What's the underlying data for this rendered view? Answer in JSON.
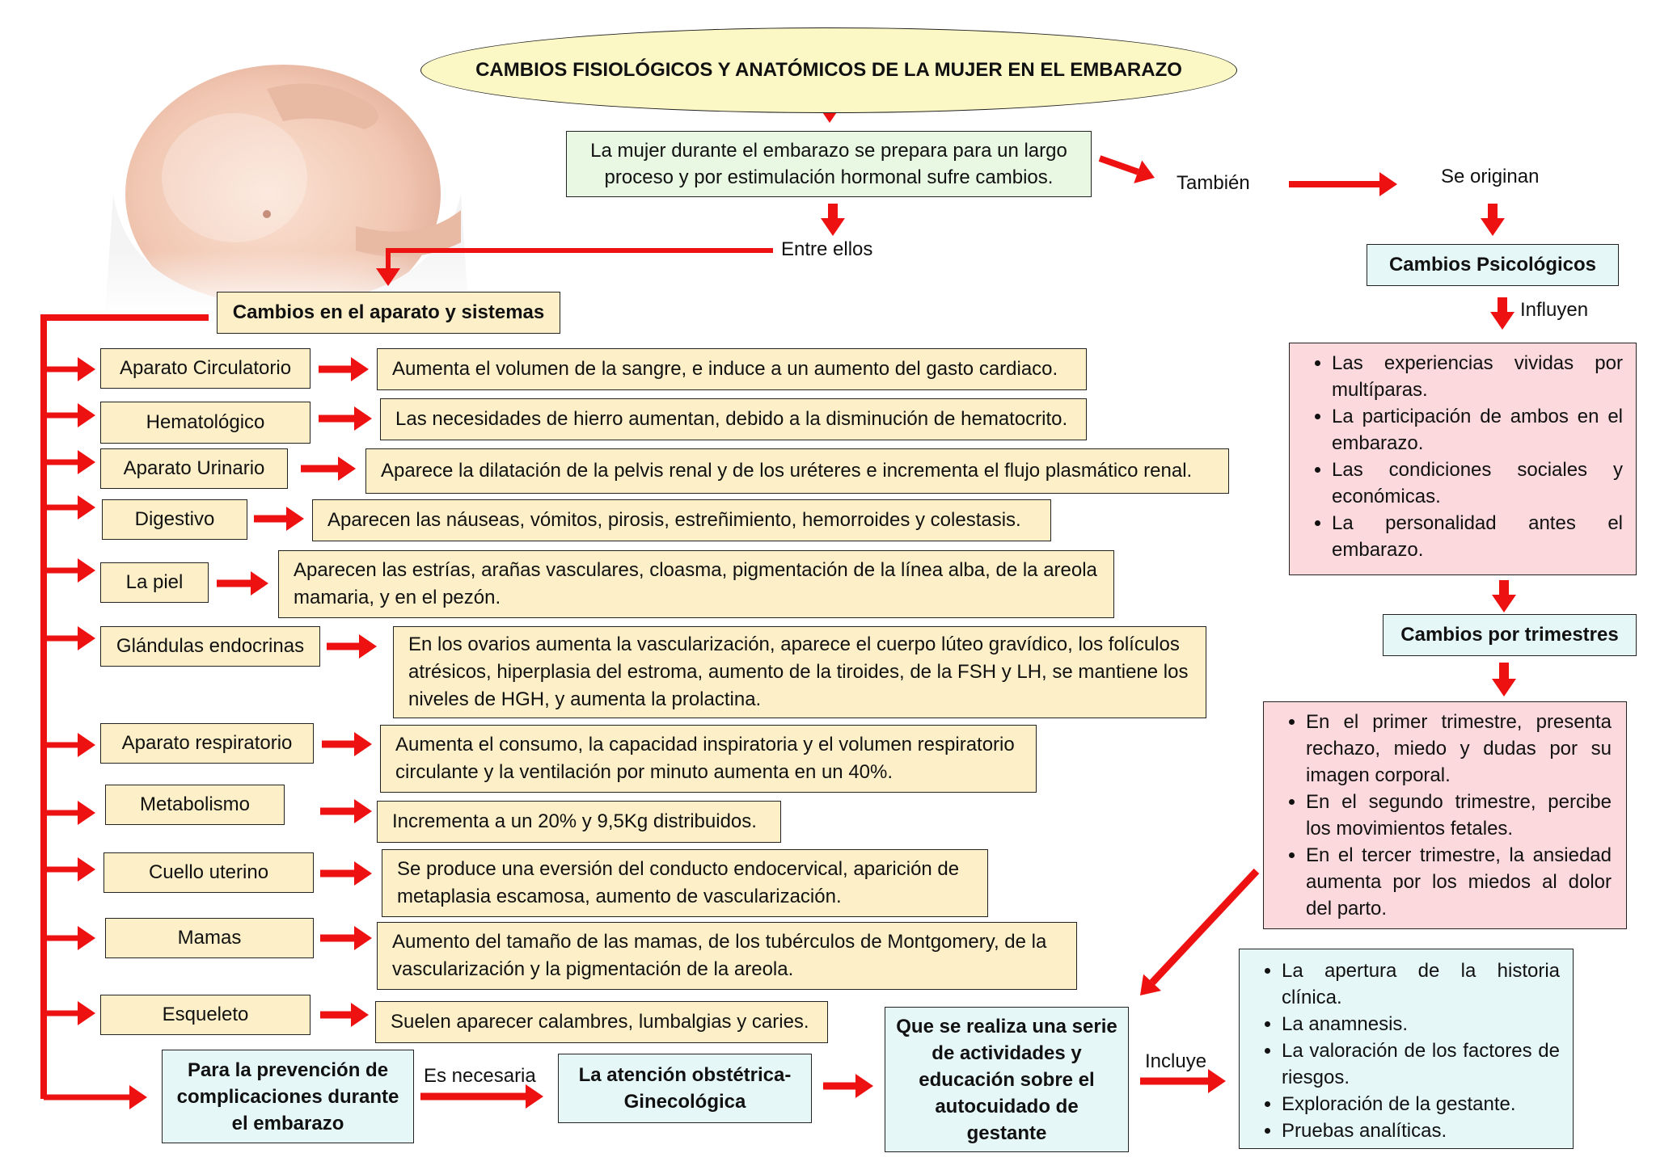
{
  "title": "CAMBIOS FISIOLÓGICOS Y ANATÓMICOS DE LA MUJER EN EL EMBARAZO",
  "intro": "La mujer durante el embarazo se prepara para un largo proceso y por estimulación hormonal sufre cambios.",
  "connectors": {
    "tambien": "También",
    "se_originan": "Se originan",
    "entre_ellos": "Entre ellos",
    "influyen": "Influyen",
    "es_necesaria": "Es necesaria",
    "incluye": "Incluye"
  },
  "systems_header": "Cambios en el aparato y sistemas",
  "systems": [
    {
      "name": "Aparato Circulatorio",
      "desc": "Aumenta el volumen de la sangre, e induce a un aumento del gasto cardiaco."
    },
    {
      "name": "Hematológico",
      "desc": "Las necesidades de hierro aumentan, debido a la disminución de hematocrito."
    },
    {
      "name": "Aparato Urinario",
      "desc": "Aparece la dilatación de la pelvis renal y de los uréteres e incrementa el flujo plasmático renal."
    },
    {
      "name": "Digestivo",
      "desc": "Aparecen las náuseas, vómitos, pirosis, estreñimiento, hemorroides y colestasis."
    },
    {
      "name": "La piel",
      "desc": "Aparecen las estrías, arañas vasculares, cloasma, pigmentación de la línea alba, de la areola mamaria, y en el pezón."
    },
    {
      "name": "Glándulas endocrinas",
      "desc": "En los ovarios aumenta la vascularización, aparece el cuerpo lúteo gravídico, los folículos atrésicos, hiperplasia del estroma, aumento de la tiroides, de la FSH y LH, se mantiene los niveles de HGH, y aumenta la prolactina."
    },
    {
      "name": "Aparato respiratorio",
      "desc": "Aumenta el consumo, la capacidad inspiratoria y el volumen respiratorio circulante y la ventilación por minuto aumenta en un 40%."
    },
    {
      "name": "Metabolismo",
      "desc": "Incrementa a un 20% y 9,5Kg distribuidos."
    },
    {
      "name": "Cuello uterino",
      "desc": "Se produce una eversión del conducto endocervical, aparición de metaplasia escamosa, aumento de vascularización."
    },
    {
      "name": "Mamas",
      "desc": "Aumento del tamaño de las mamas, de los tubérculos de  Montgomery, de la vascularización y la pigmentación de la areola."
    },
    {
      "name": "Esqueleto",
      "desc": "Suelen aparecer calambres, lumbalgias y caries."
    }
  ],
  "prevention": "Para la prevención de complicaciones durante el embarazo",
  "atencion": "La atención obstétrica-Ginecológica",
  "actividades": "Que  se realiza una serie de actividades y educación sobre el autocuidado de gestante",
  "incluye_items": [
    "La apertura de la historia clínica.",
    "La anamnesis.",
    "La valoración de los factores de riesgos.",
    "Exploración de la gestante.",
    "Pruebas analíticas."
  ],
  "psych_header": "Cambios Psicológicos",
  "psych_items": [
    "Las experiencias vividas por multíparas.",
    "La participación de ambos en el embarazo.",
    "Las condiciones sociales y económicas.",
    "La personalidad antes el embarazo."
  ],
  "trim_header": "Cambios por trimestres",
  "trim_items": [
    "En el primer trimestre, presenta rechazo, miedo y dudas por su imagen corporal.",
    "En el segundo trimestre, percibe los movimientos fetales.",
    "En el tercer trimestre, la ansiedad aumenta por los miedos al dolor del parto."
  ],
  "colors": {
    "arrow": "#ee1111",
    "cream": "#fdf0c8",
    "cyan": "#e6f7f8",
    "pink": "#fbd9dd",
    "green": "#e8f8e2"
  }
}
